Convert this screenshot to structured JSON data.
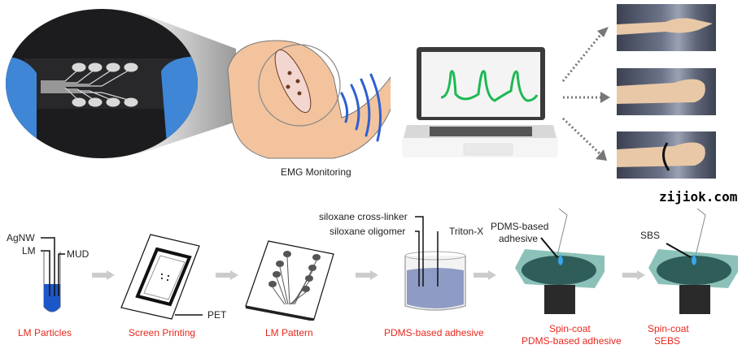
{
  "top_section": {
    "monitor_label": "EMG Monitoring",
    "signal_color": "#1db954",
    "wave_color": "#2e5fd1",
    "gesture_photos": [
      {
        "name": "open-hand"
      },
      {
        "name": "fist"
      },
      {
        "name": "wrist-rotation"
      }
    ]
  },
  "process_steps": [
    {
      "caption": "LM Particles",
      "labels": [
        "AgNW",
        "LM",
        "MUD"
      ]
    },
    {
      "caption": "Screen Printing",
      "labels": [
        "PET"
      ]
    },
    {
      "caption": "LM Pattern",
      "labels": []
    },
    {
      "caption": "PDMS-based adhesive",
      "labels": [
        "siloxane cross-linker",
        "siloxane oligomer",
        "Triton-X"
      ]
    },
    {
      "caption_line1": "Spin-coat",
      "caption_line2": "PDMS-based adhesive",
      "labels": [
        "PDMS-based",
        "adhesive"
      ]
    },
    {
      "caption_line1": "Spin-coat",
      "caption_line2": "SEBS",
      "labels": [
        "SBS"
      ]
    }
  ],
  "caption_color": "#e8281e",
  "watermark": "zijiok.com"
}
